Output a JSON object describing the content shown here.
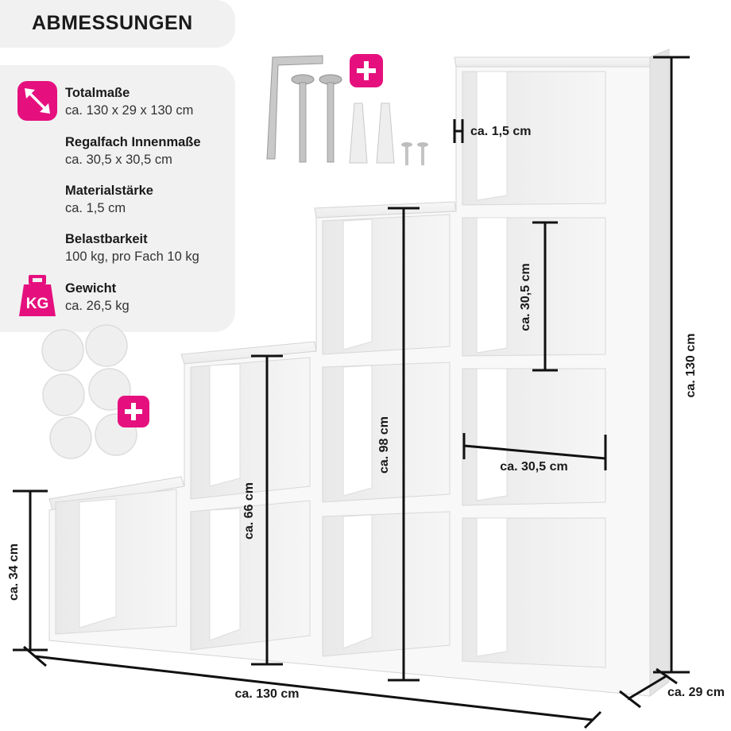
{
  "title": "ABMESSUNGEN",
  "accent_color": "#e5107e",
  "specs": [
    {
      "icon": "diagonal-arrow-icon",
      "label": "Totalmaße",
      "value": "ca. 130 x 29 x 130 cm"
    },
    {
      "label": "Regalfach Innenmaße",
      "value": "ca. 30,5 x 30,5 cm"
    },
    {
      "label": "Materialstärke",
      "value": "ca. 1,5 cm"
    },
    {
      "label": "Belastbarkeit",
      "value": "100 kg, pro Fach 10 kg"
    },
    {
      "icon": "weight-icon",
      "icon_text": "KG",
      "label": "Gewicht",
      "value": "ca. 26,5 kg"
    }
  ],
  "dimensions": {
    "thickness": "ca. 1,5 cm",
    "compartment_height": "ca. 30,5 cm",
    "compartment_width": "ca. 30,5 cm",
    "total_height": "ca. 130 cm",
    "height_98": "ca. 98 cm",
    "height_66": "ca. 66 cm",
    "height_34": "ca. 34 cm",
    "total_width": "ca. 130 cm",
    "depth": "ca. 29 cm"
  },
  "accessories": {
    "hardware_plus": "plus-icon",
    "felt_pads_plus": "plus-icon"
  }
}
